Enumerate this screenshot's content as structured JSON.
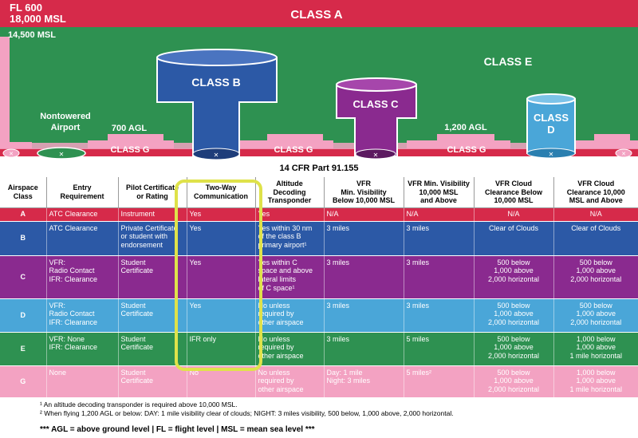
{
  "diagram": {
    "fl600": "FL 600",
    "msl18000": "18,000 MSL",
    "class_a": "CLASS A",
    "msl14500": "14,500 MSL",
    "class_b": "CLASS B",
    "class_c": "CLASS C",
    "class_d_line1": "CLASS",
    "class_d_line2": "D",
    "class_e": "CLASS E",
    "nontowered_line1": "Nontowered",
    "nontowered_line2": "Airport",
    "agl700": "700 AGL",
    "agl1200": "1,200 AGL",
    "class_g": "CLASS G"
  },
  "regulation": "14 CFR Part 91.155",
  "table": {
    "headers": [
      [
        "Airspace",
        "Class"
      ],
      [
        "Entry",
        "Requirement"
      ],
      [
        "Pilot Certificate",
        "or Rating"
      ],
      [
        "Two-Way",
        "Communication"
      ],
      [
        "Altitude",
        "Decoding",
        "Transponder"
      ],
      [
        "VFR",
        "Min. Visibility",
        "Below 10,000 MSL"
      ],
      [
        "VFR Min. Visibility",
        "10,000 MSL",
        "and Above"
      ],
      [
        "VFR Cloud",
        "Clearance Below",
        "10,000 MSL"
      ],
      [
        "VFR Cloud",
        "Clearance 10,000",
        "MSL and Above"
      ]
    ],
    "rows": [
      {
        "cls": "A",
        "entry": [
          "ATC Clearance"
        ],
        "cert": [
          "Instrument"
        ],
        "comm": [
          "Yes"
        ],
        "xpdr": [
          "Yes"
        ],
        "vis_low": [
          "N/A"
        ],
        "vis_high": [
          "N/A"
        ],
        "cloud_low": [
          "N/A"
        ],
        "cloud_high": [
          "N/A"
        ]
      },
      {
        "cls": "B",
        "entry": [
          "ATC Clearance"
        ],
        "cert": [
          "Private Certificate",
          "or student with",
          "endorsement"
        ],
        "comm": [
          "Yes"
        ],
        "xpdr": [
          "Yes within 30 nm",
          "of the class B",
          "primary airport¹"
        ],
        "vis_low": [
          "3 miles"
        ],
        "vis_high": [
          "3 miles"
        ],
        "cloud_low": [
          "Clear of Clouds"
        ],
        "cloud_high": [
          "Clear of Clouds"
        ]
      },
      {
        "cls": "C",
        "entry": [
          "VFR:",
          "Radio Contact",
          "IFR: Clearance"
        ],
        "cert": [
          "Student",
          "Certificate"
        ],
        "comm": [
          "Yes"
        ],
        "xpdr": [
          "Yes within C",
          "space and above",
          "lateral limits",
          "of C space¹"
        ],
        "vis_low": [
          "3 miles"
        ],
        "vis_high": [
          "3 miles"
        ],
        "cloud_low": [
          "500 below",
          "1,000 above",
          "2,000 horizontal"
        ],
        "cloud_high": [
          "500 below",
          "1,000 above",
          "2,000 horizontal"
        ]
      },
      {
        "cls": "D",
        "entry": [
          "VFR:",
          "Radio Contact",
          "IFR: Clearance"
        ],
        "cert": [
          "Student",
          "Certificate"
        ],
        "comm": [
          "Yes"
        ],
        "xpdr": [
          "No unless",
          "required by",
          "other airspace"
        ],
        "vis_low": [
          "3 miles"
        ],
        "vis_high": [
          "3 miles"
        ],
        "cloud_low": [
          "500 below",
          "1,000 above",
          "2,000 horizontal"
        ],
        "cloud_high": [
          "500 below",
          "1,000 above",
          "2,000 horizontal"
        ]
      },
      {
        "cls": "E",
        "entry": [
          "VFR: None",
          "IFR: Clearance"
        ],
        "cert": [
          "Student",
          "Certificate"
        ],
        "comm": [
          "IFR only"
        ],
        "xpdr": [
          "No unless",
          "required by",
          "other airspace"
        ],
        "vis_low": [
          "3 miles"
        ],
        "vis_high": [
          "5 miles"
        ],
        "cloud_low": [
          "500 below",
          "1,000 above",
          "2,000 horizontal"
        ],
        "cloud_high": [
          "1,000 below",
          "1,000 above",
          "1 mile horizontal"
        ]
      },
      {
        "cls": "G",
        "entry": [
          "None"
        ],
        "cert": [
          "Student",
          "Certificate"
        ],
        "comm": [
          "No"
        ],
        "xpdr": [
          "No unless",
          "required by",
          "other airspace"
        ],
        "vis_low": [
          "Day: 1 mile",
          "Night: 3 miles"
        ],
        "vis_high": [
          "5 miles²"
        ],
        "cloud_low": [
          "500 below",
          "1,000 above",
          "2,000 horizontal"
        ],
        "cloud_high": [
          "1,000 below",
          "1,000 above",
          "1 mile horizontal"
        ]
      }
    ]
  },
  "footnotes": [
    "¹ An altitude decoding transponder is required above 10,000 MSL.",
    "² When flying 1,200 AGL or below: DAY: 1 mile visibility clear of clouds; NIGHT: 3 miles visibility, 500 below, 1,000 above, 2,000 horizontal."
  ],
  "legend": "*** AGL = above ground level | FL = flight level | MSL = mean sea level ***",
  "colors": {
    "class_a": "#d62a4a",
    "class_b": "#2c59a6",
    "class_c": "#8a2a8f",
    "class_d": "#4aa6d8",
    "class_e": "#2e9151",
    "class_g": "#f3a2c2",
    "highlight": "#dfe24a"
  }
}
